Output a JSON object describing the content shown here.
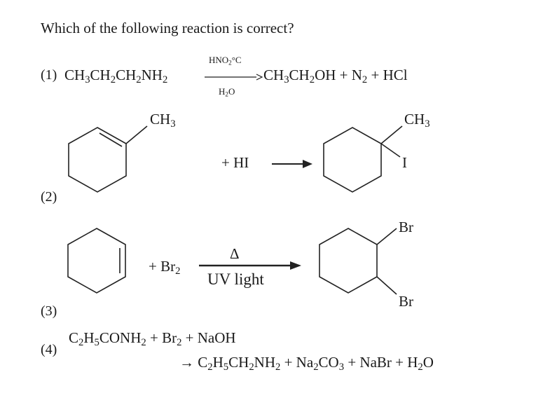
{
  "question": "Which of the following reaction is correct?",
  "options": {
    "opt1": {
      "label": "(1)",
      "reactant": {
        "p1": "CH",
        "s1": "3",
        "p2": "CH",
        "s2": "2",
        "p3": "CH",
        "s3": "2",
        "p4": "NH",
        "s4": "2"
      },
      "reagent_top": {
        "p1": "HNO",
        "s1": "2",
        "p2": "°C"
      },
      "reagent_bottom": {
        "p1": "H",
        "s1": "2",
        "p2": "O"
      },
      "product": {
        "p1": "CH",
        "s1": "3",
        "p2": "CH",
        "s2": "2",
        "p3": "OH + N",
        "s3": "2",
        "p4": " + HCl"
      }
    },
    "opt2": {
      "label": "(2)",
      "reactant_substituent": {
        "p1": "CH",
        "s1": "3"
      },
      "reagent": "+ HI",
      "product_substituent_top": {
        "p1": "CH",
        "s1": "3"
      },
      "product_substituent_bottom": "I"
    },
    "opt3": {
      "label": "(3)",
      "reagent": {
        "p1": "+ Br",
        "s1": "2"
      },
      "condition_top": "Δ",
      "condition_bottom": "UV light",
      "product_br_top": "Br",
      "product_br_bottom": "Br"
    },
    "opt4": {
      "label": "(4)",
      "line1": {
        "p1": "C",
        "s1": "2",
        "p2": "H",
        "s2": "5",
        "p3": "CONH",
        "s3": "2",
        "p4": " + Br",
        "s4": "2",
        "p5": " + NaOH"
      },
      "line2": {
        "arrow": "→ ",
        "p1": "C",
        "s1": "2",
        "p2": "H",
        "s2": "5",
        "p3": "CH",
        "s3": "2",
        "p4": "NH",
        "s4": "2",
        "p5": " + Na",
        "s5": "2",
        "p6": "CO",
        "s6": "3",
        "p7": " + NaBr + H",
        "s7": "2",
        "p8": "O"
      }
    }
  }
}
